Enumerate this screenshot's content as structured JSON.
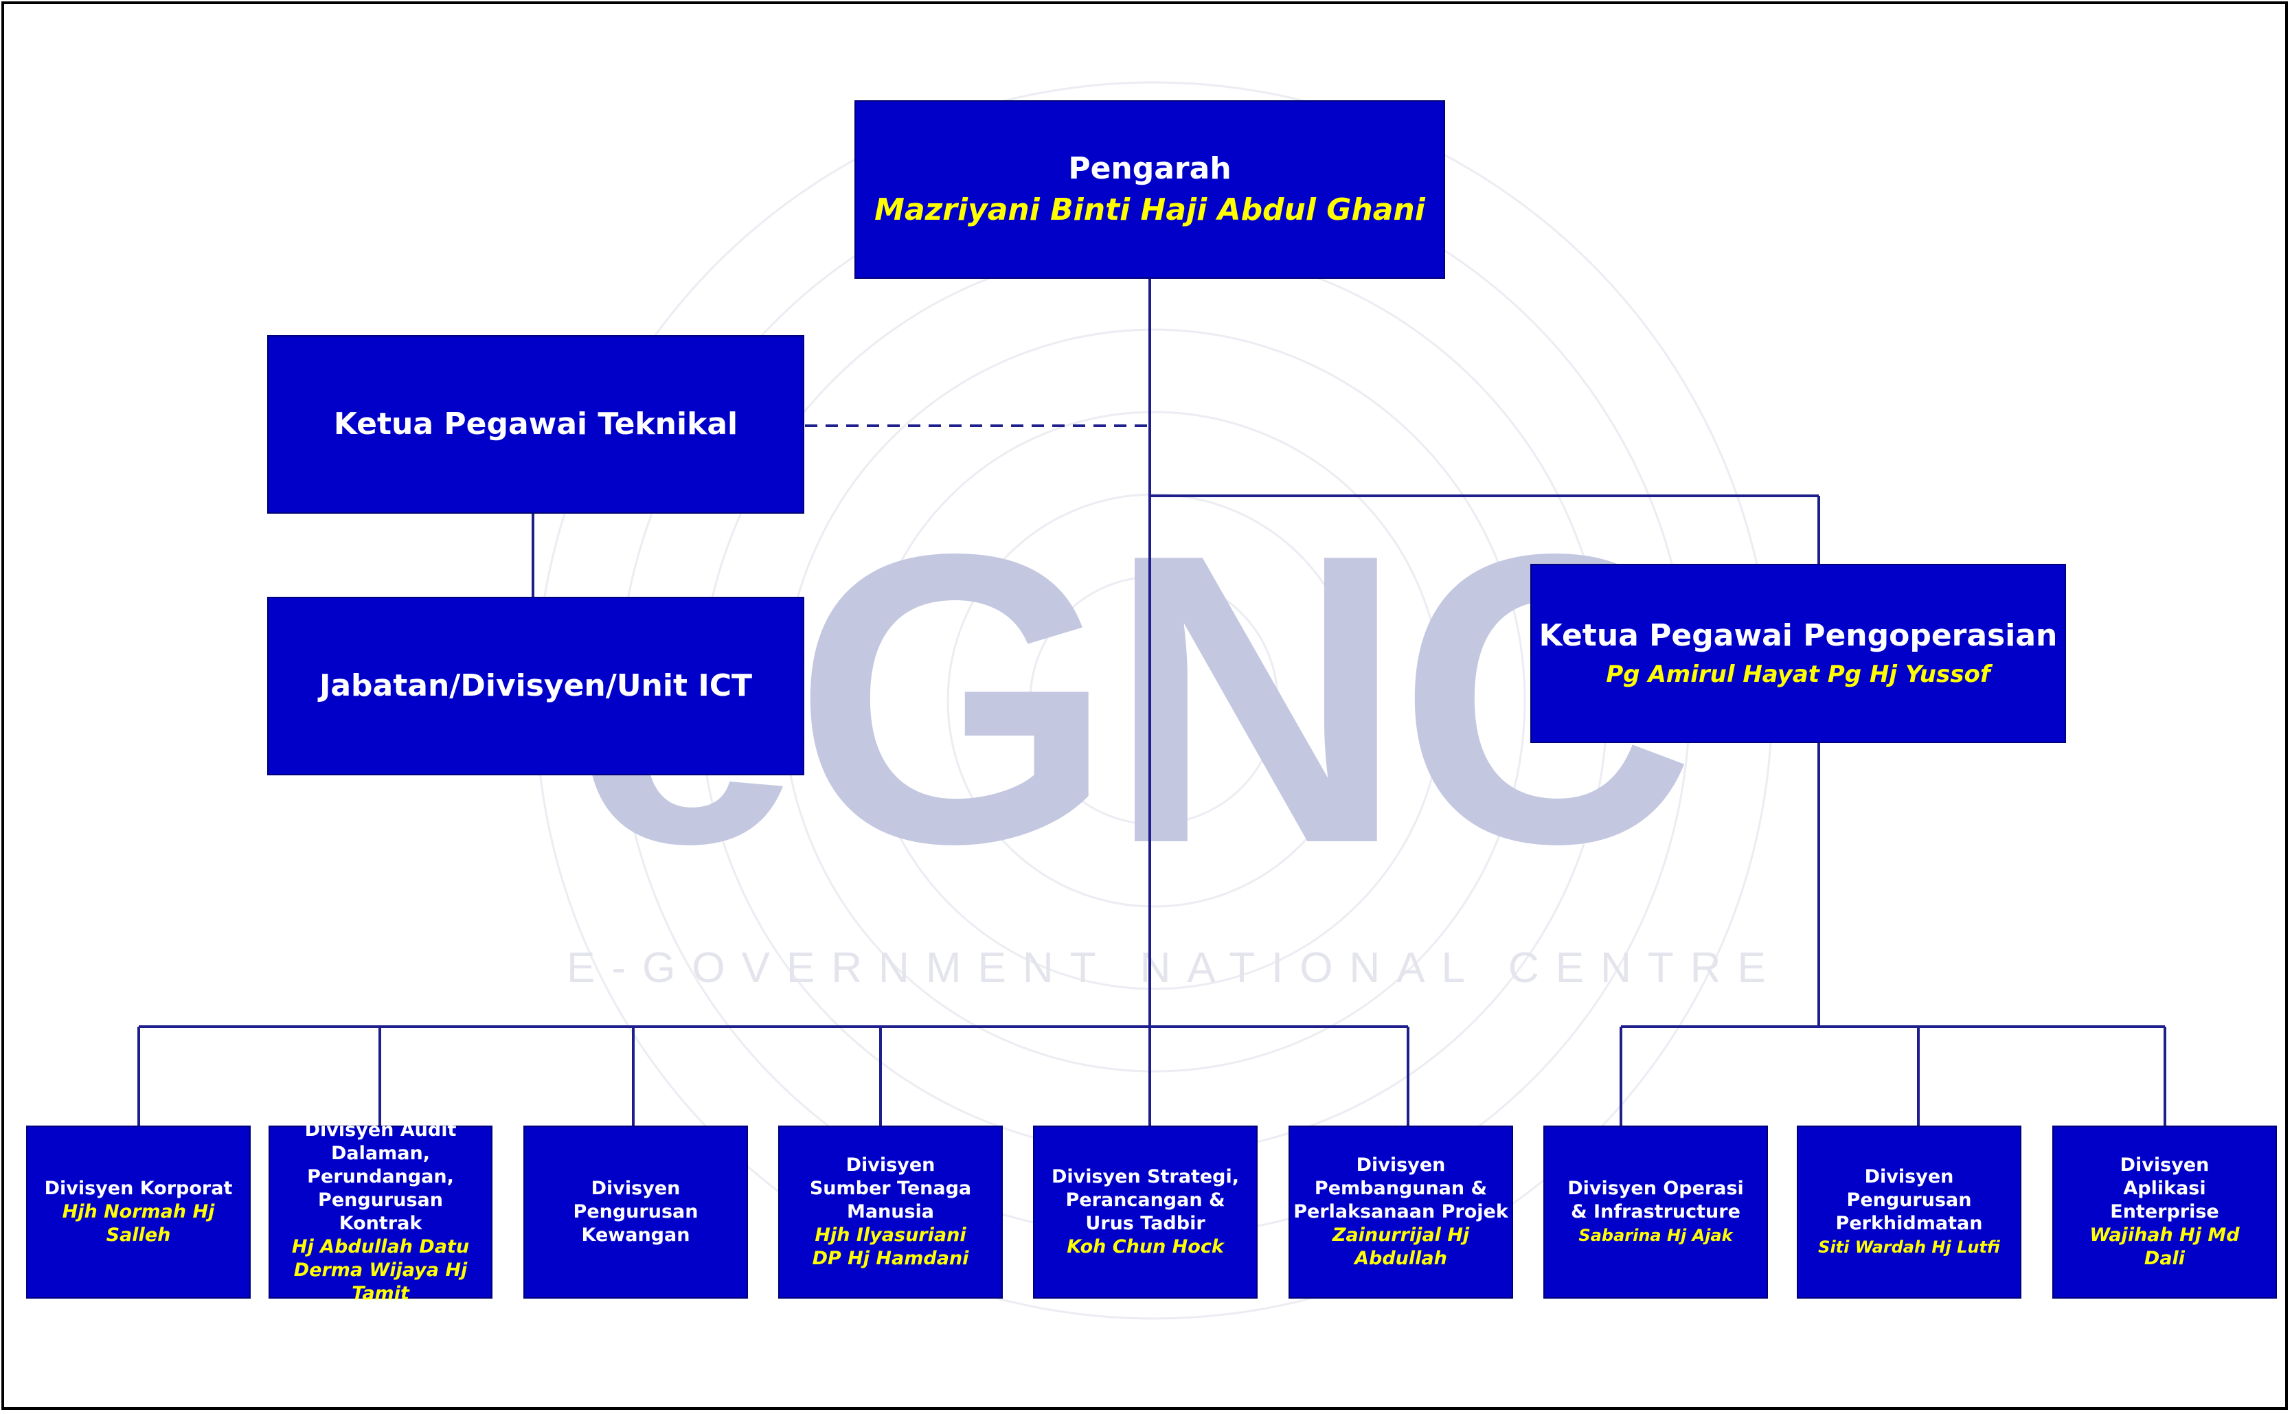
{
  "watermark": {
    "logo_text": "eGNC",
    "tagline": "E-GOVERNMENT NATIONAL CENTRE"
  },
  "director": {
    "title": "Pengarah",
    "name": "Mazriyani Binti Haji Abdul Ghani"
  },
  "technical": {
    "title": "Ketua Pegawai Teknikal"
  },
  "ict": {
    "title": "Jabatan/Divisyen/Unit ICT"
  },
  "operations": {
    "title": "Ketua Pegawai Pengoperasian",
    "name": "Pg Amirul Hayat Pg Hj Yussof"
  },
  "divisions": [
    {
      "title": "Divisyen Korporat",
      "name": "Hjh Normah Hj Salleh"
    },
    {
      "title": "Divisyen Audit Dalaman, Perundangan, Pengurusan Kontrak",
      "name": "Hj Abdullah Datu Derma Wijaya Hj Tamit"
    },
    {
      "title": "Divisyen Pengurusan Kewangan",
      "name": ""
    },
    {
      "title": "Divisyen Sumber Tenaga Manusia",
      "name": "Hjh Ilyasuriani DP Hj Hamdani"
    },
    {
      "title": "Divisyen Strategi, Perancangan & Urus Tadbir",
      "name": "Koh Chun Hock"
    },
    {
      "title": "Divisyen Pembangunan & Perlaksanaan Projek",
      "name": "Zainurrijal Hj Abdullah"
    },
    {
      "title": "Divisyen Operasi & Infrastructure",
      "name": "Sabarina Hj Ajak"
    },
    {
      "title": "Divisyen Pengurusan Perkhidmatan",
      "name": "Siti Wardah Hj Lutfi"
    },
    {
      "title": "Divisyen Aplikasi Enterprise",
      "name": "Wajihah Hj Md Dali"
    }
  ],
  "colors": {
    "box_fill": "#0000c8",
    "title_text": "#ffffff",
    "name_text": "#ffff00",
    "connector": "#1e1e8c"
  }
}
